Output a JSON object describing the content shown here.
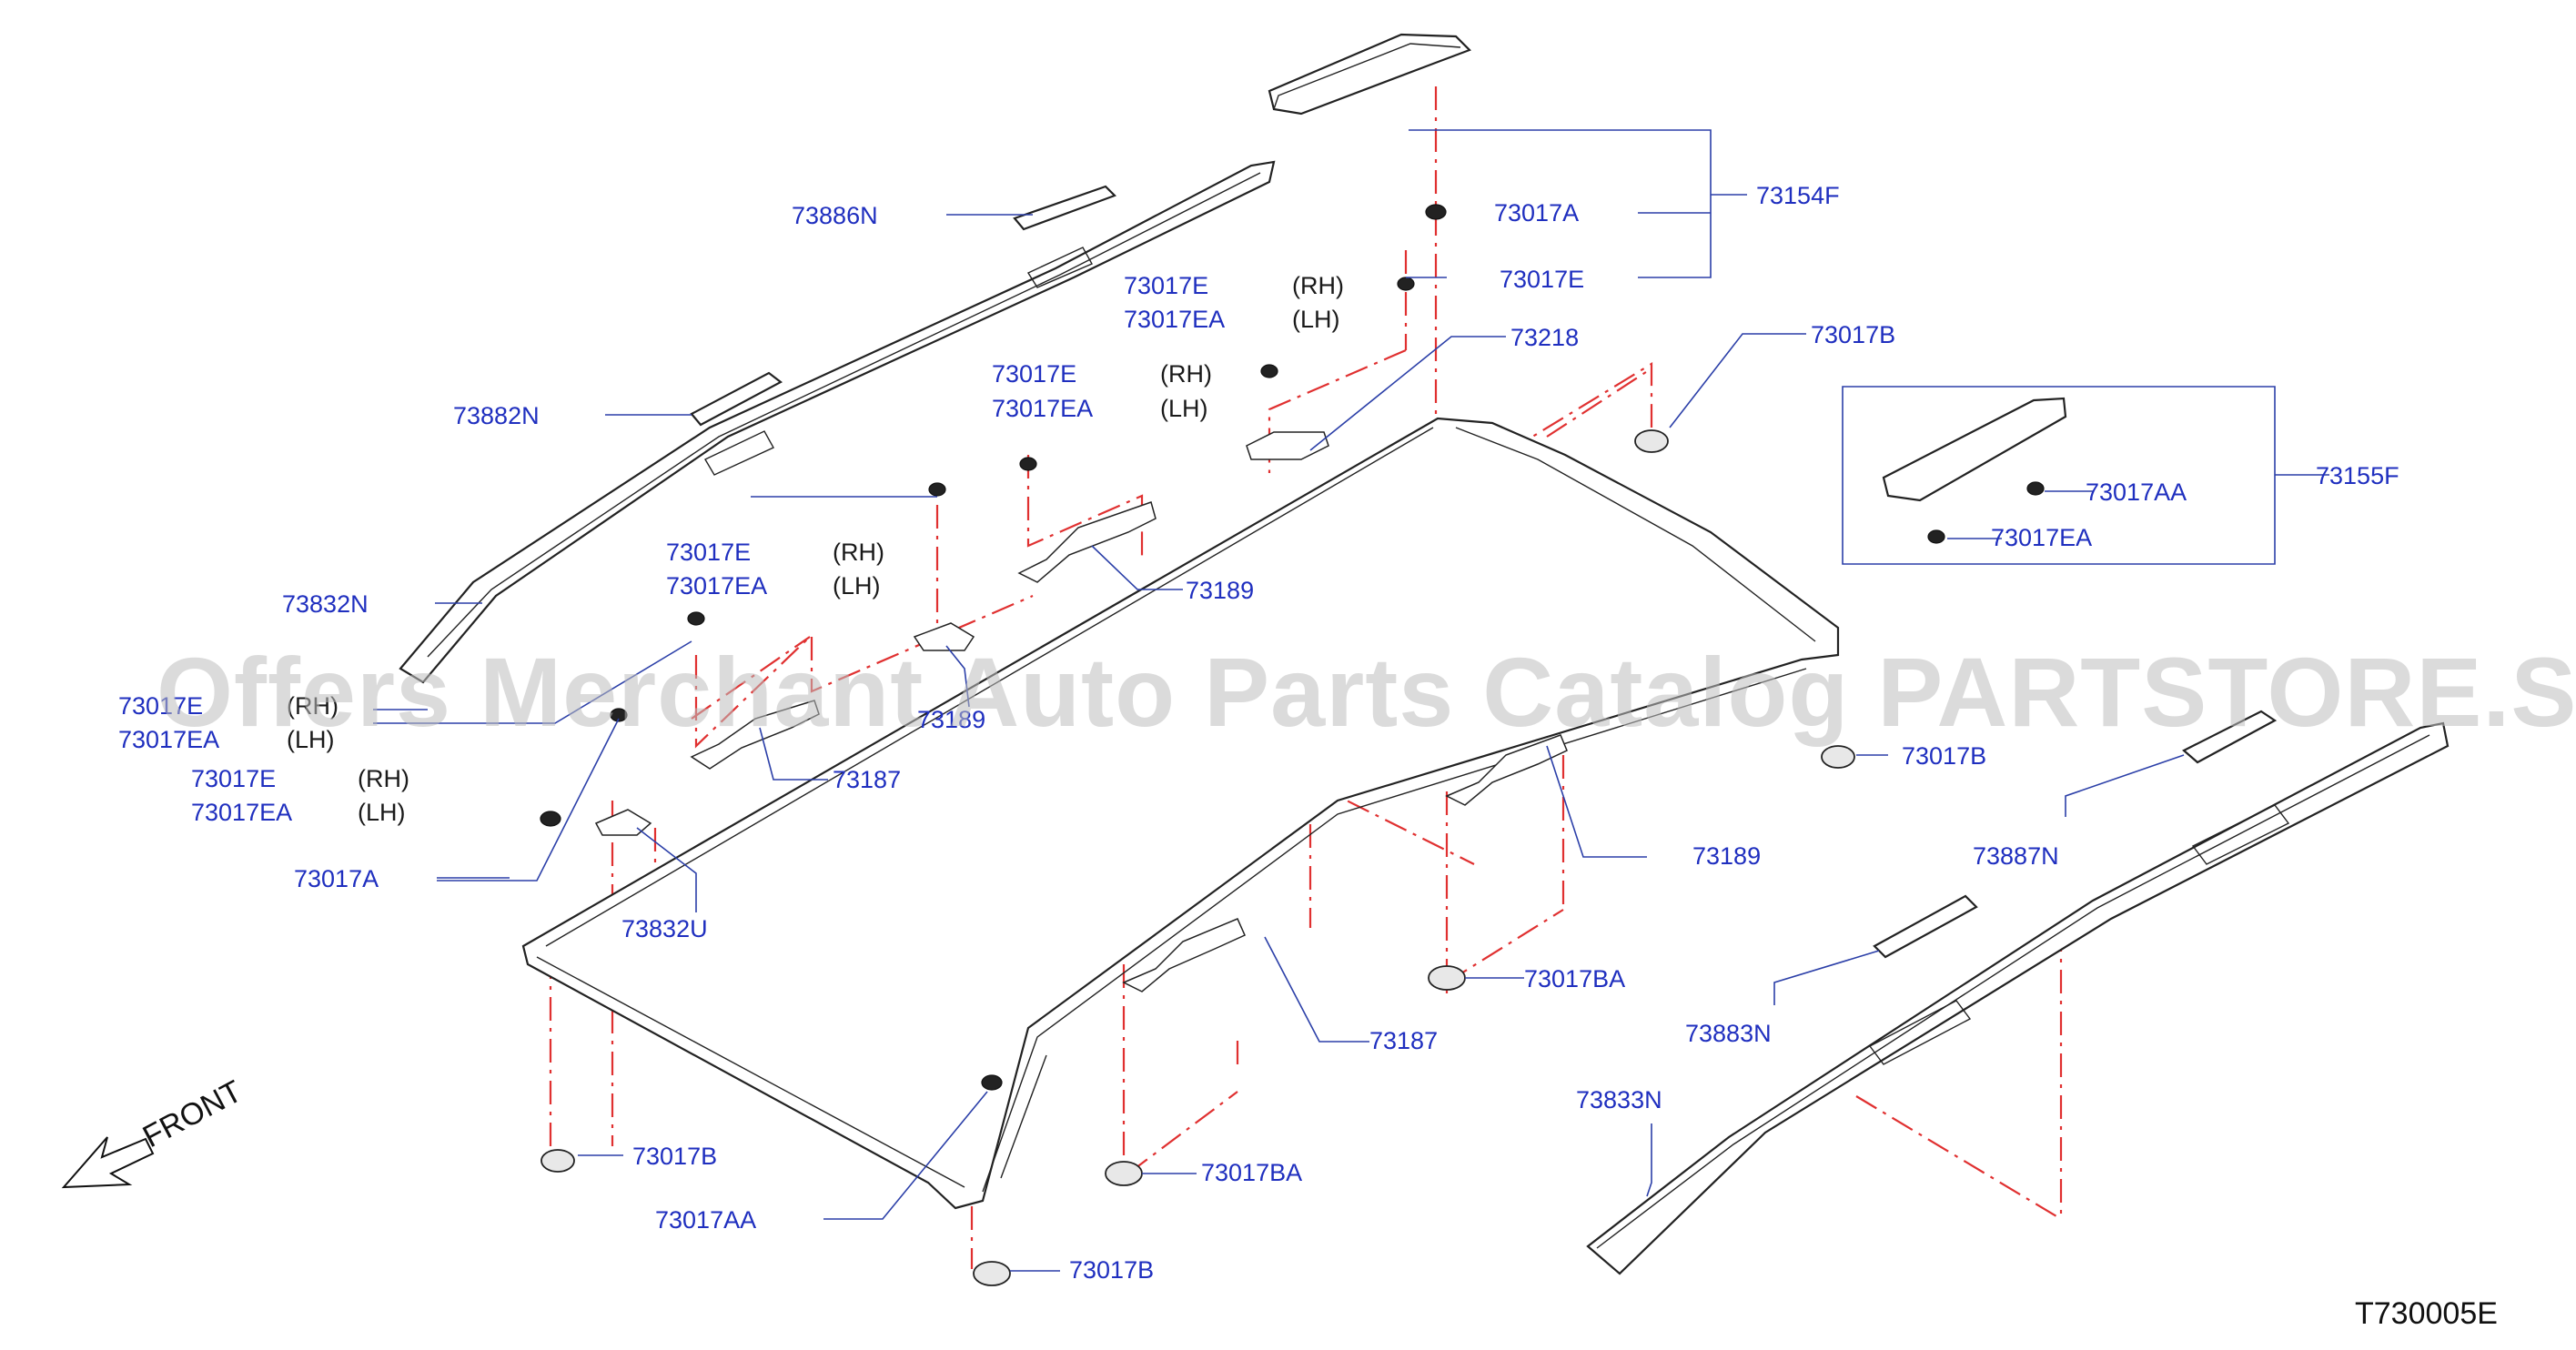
{
  "diagram": {
    "watermark": "Offers Merchant Auto Parts Catalog PARTSTORE.SA",
    "reference_code": "T730005E",
    "front_label": "FRONT",
    "side_labels": {
      "rh": "(RH)",
      "lh": "(LH)"
    },
    "parts": {
      "p73886N": "73886N",
      "p73882N": "73882N",
      "p73832N": "73832N",
      "p73154F": "73154F",
      "p73017A_top": "73017A",
      "p73017E_top": "73017E",
      "p73017E_rh1": "73017E",
      "p73017EA_lh1": "73017EA",
      "p73218": "73218",
      "p73017E_rh2": "73017E",
      "p73017EA_lh2": "73017EA",
      "p73017B_top": "73017B",
      "p73155F": "73155F",
      "p73017AA_box": "73017AA",
      "p73017EA_box": "73017EA",
      "p73017E_rh3": "73017E",
      "p73017EA_lh3": "73017EA",
      "p73189_upper": "73189",
      "p73017E_rh4": "73017E",
      "p73017EA_lh4": "73017EA",
      "p73017E_rh5": "73017E",
      "p73017EA_lh5": "73017EA",
      "p73189_mid": "73189",
      "p73187_upper": "73187",
      "p73017B_right": "73017B",
      "p73017A_left": "73017A",
      "p73832U": "73832U",
      "p73189_right": "73189",
      "p73887N": "73887N",
      "p73017BA_mid": "73017BA",
      "p73187_lower": "73187",
      "p73883N": "73883N",
      "p73833N": "73833N",
      "p73017B_left": "73017B",
      "p73017BA_low": "73017BA",
      "p73017AA_low": "73017AA",
      "p73017B_bottom": "73017B"
    }
  }
}
